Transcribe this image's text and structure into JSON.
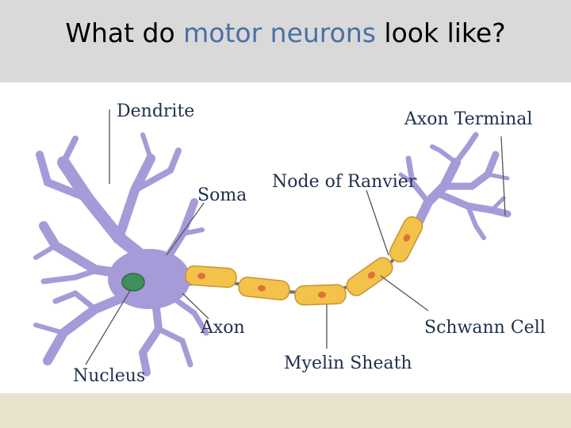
{
  "slide": {
    "title_before": "What do ",
    "title_highlight": "motor neurons",
    "title_after": " look like?"
  },
  "diagram": {
    "labels": {
      "dendrite": "Dendrite",
      "axon_terminal": "Axon Terminal",
      "soma": "Soma",
      "node_of_ranvier": "Node of Ranvier",
      "axon": "Axon",
      "schwann_cell": "Schwann Cell",
      "nucleus": "Nucleus",
      "myelin_sheath": "Myelin Sheath"
    },
    "colors": {
      "neuron_body": "#a79ad8",
      "nucleus": "#3f8f5a",
      "myelin": "#f3c24a",
      "schwann_nucleus": "#e0703a",
      "label_text": "#1f2f4a",
      "highlight": "#4a6fa5"
    }
  }
}
